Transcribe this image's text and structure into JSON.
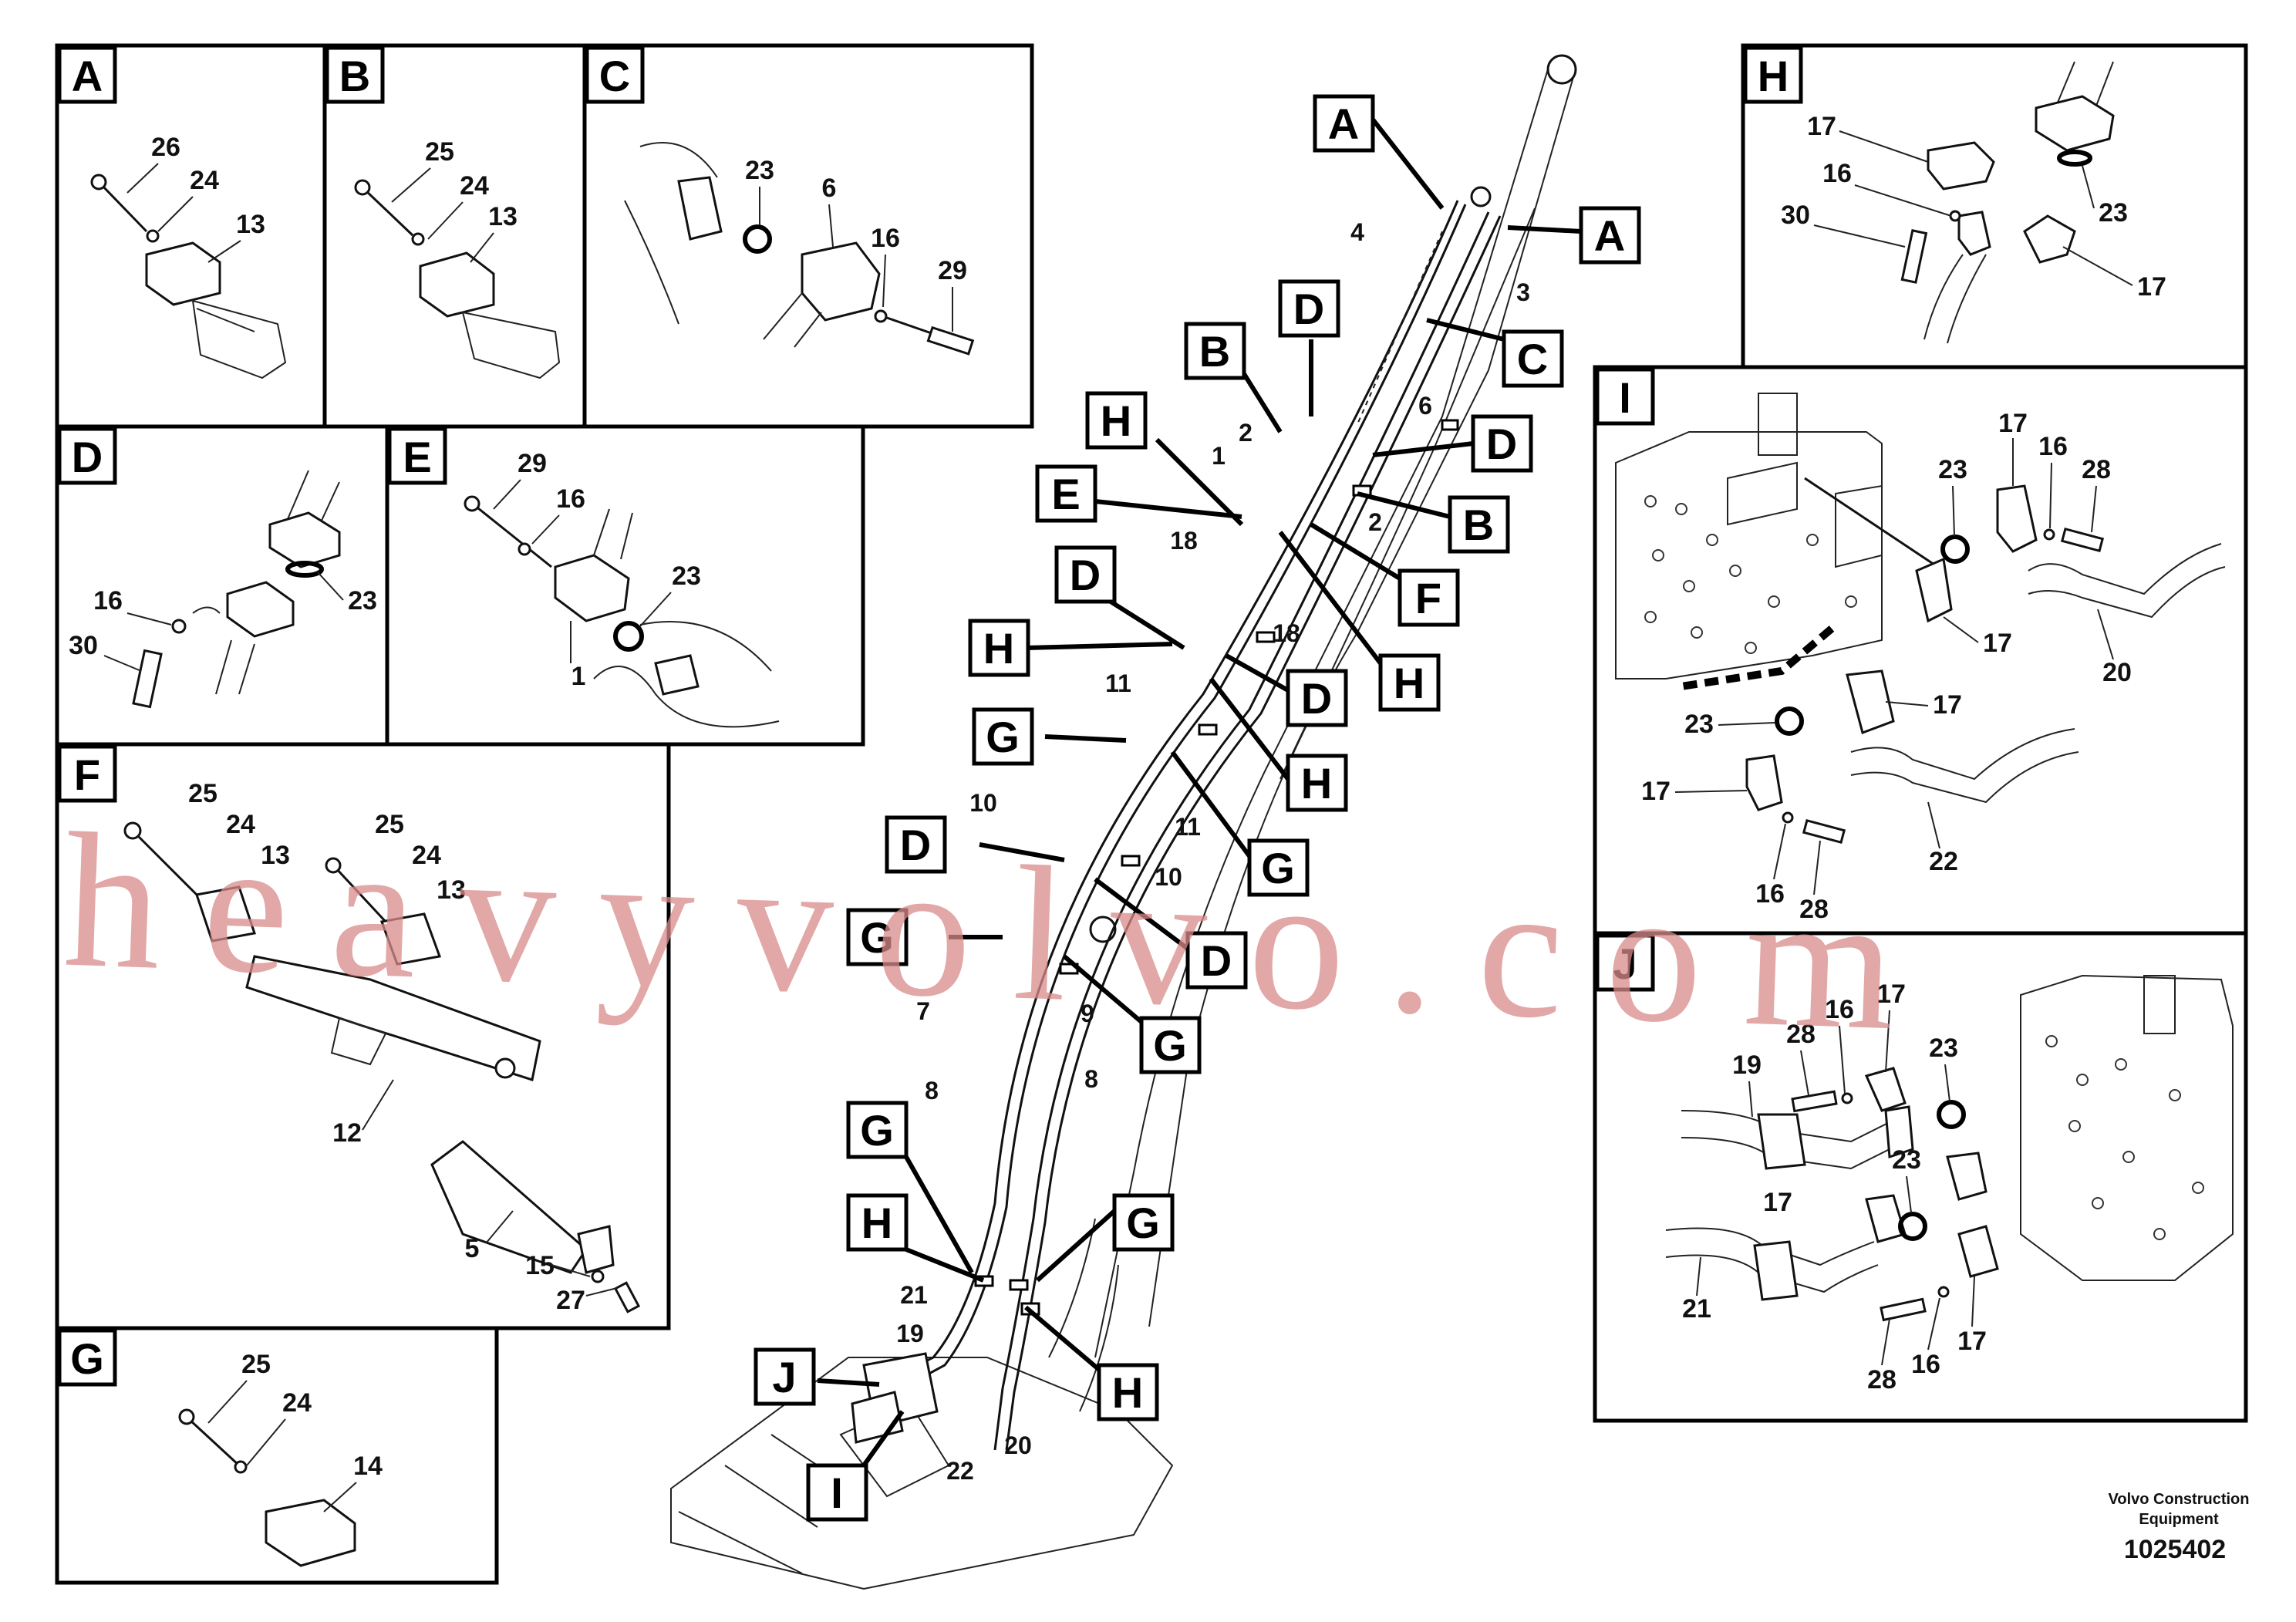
{
  "detail_panels": {
    "A": {
      "letter": "A",
      "callouts": [
        "26",
        "24",
        "13"
      ]
    },
    "B": {
      "letter": "B",
      "callouts": [
        "25",
        "24",
        "13"
      ]
    },
    "C": {
      "letter": "C",
      "callouts": [
        "23",
        "6",
        "16",
        "29"
      ]
    },
    "D": {
      "letter": "D",
      "callouts": [
        "16",
        "30",
        "23"
      ]
    },
    "E": {
      "letter": "E",
      "callouts": [
        "29",
        "16",
        "23",
        "1"
      ]
    },
    "F": {
      "letter": "F",
      "callouts": [
        "25",
        "24",
        "13",
        "25",
        "24",
        "13",
        "12",
        "5",
        "15",
        "27"
      ]
    },
    "G": {
      "letter": "G",
      "callouts": [
        "25",
        "24",
        "14"
      ]
    },
    "H": {
      "letter": "H",
      "callouts": [
        "17",
        "16",
        "30",
        "23",
        "17"
      ]
    },
    "I": {
      "letter": "I",
      "callouts": [
        "17",
        "16",
        "28",
        "23",
        "17",
        "20",
        "23",
        "17",
        "17",
        "22",
        "16",
        "28"
      ]
    },
    "J": {
      "letter": "J",
      "callouts": [
        "16",
        "17",
        "28",
        "19",
        "23",
        "23",
        "17",
        "21",
        "28",
        "16",
        "17"
      ]
    }
  },
  "main_view": {
    "tags": [
      "A",
      "A",
      "D",
      "B",
      "C",
      "H",
      "D",
      "E",
      "B",
      "F",
      "D",
      "H",
      "H",
      "D",
      "G",
      "H",
      "D",
      "G",
      "G",
      "D",
      "G",
      "G",
      "H",
      "G",
      "J",
      "H",
      "I"
    ],
    "callouts": [
      "4",
      "3",
      "6",
      "2",
      "1",
      "2",
      "18",
      "18",
      "11",
      "11",
      "10",
      "10",
      "7",
      "9",
      "8",
      "8",
      "21",
      "19",
      "22",
      "20"
    ]
  },
  "footer": {
    "company": "Volvo Construction\nEquipment",
    "company_line1": "Volvo Construction",
    "company_line2": "Equipment",
    "drawing_number": "1025402"
  },
  "watermark": "heavyvolvo.com"
}
